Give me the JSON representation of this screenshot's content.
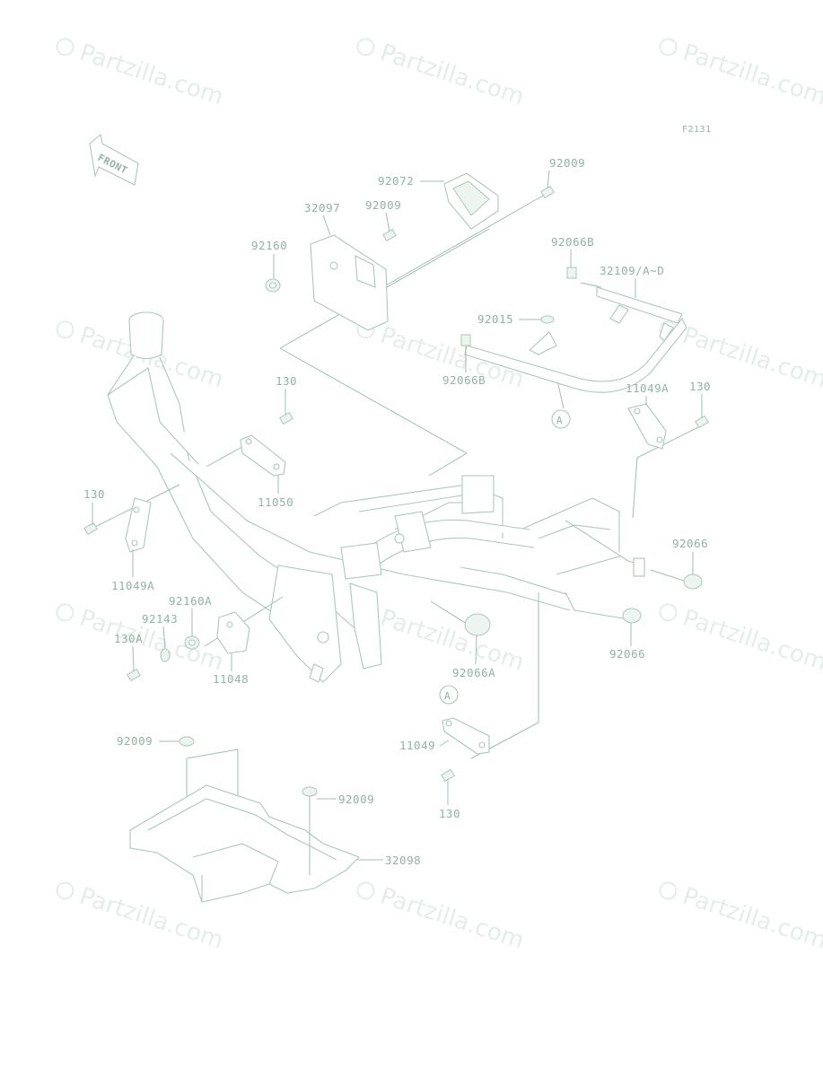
{
  "figure_code": "F2131",
  "front_label": "FRONT",
  "watermark_text": "Partzilla.com",
  "callout_letter": "A",
  "labels": [
    {
      "id": "l0",
      "text": "92009"
    },
    {
      "id": "l1",
      "text": "92072"
    },
    {
      "id": "l2",
      "text": "32097"
    },
    {
      "id": "l3",
      "text": "92009"
    },
    {
      "id": "l4",
      "text": "92160"
    },
    {
      "id": "l5",
      "text": "92066B"
    },
    {
      "id": "l6",
      "text": "32109/A~D"
    },
    {
      "id": "l7",
      "text": "92015"
    },
    {
      "id": "l8",
      "text": "92066B"
    },
    {
      "id": "l9",
      "text": "130"
    },
    {
      "id": "l10",
      "text": "11049A"
    },
    {
      "id": "l11",
      "text": "130"
    },
    {
      "id": "l12",
      "text": "11050"
    },
    {
      "id": "l13",
      "text": "130"
    },
    {
      "id": "l14",
      "text": "11049A"
    },
    {
      "id": "l15",
      "text": "92066"
    },
    {
      "id": "l16",
      "text": "92160A"
    },
    {
      "id": "l17",
      "text": "92143"
    },
    {
      "id": "l18",
      "text": "130A"
    },
    {
      "id": "l19",
      "text": "11048"
    },
    {
      "id": "l20",
      "text": "92066"
    },
    {
      "id": "l21",
      "text": "92066A"
    },
    {
      "id": "l22",
      "text": "92009"
    },
    {
      "id": "l23",
      "text": "11049"
    },
    {
      "id": "l24",
      "text": "92009"
    },
    {
      "id": "l25",
      "text": "130"
    },
    {
      "id": "l26",
      "text": "32098"
    }
  ],
  "colors": {
    "line": "#9cc0ae",
    "text": "#8fb4a2",
    "watermark": "#e3eeea"
  }
}
